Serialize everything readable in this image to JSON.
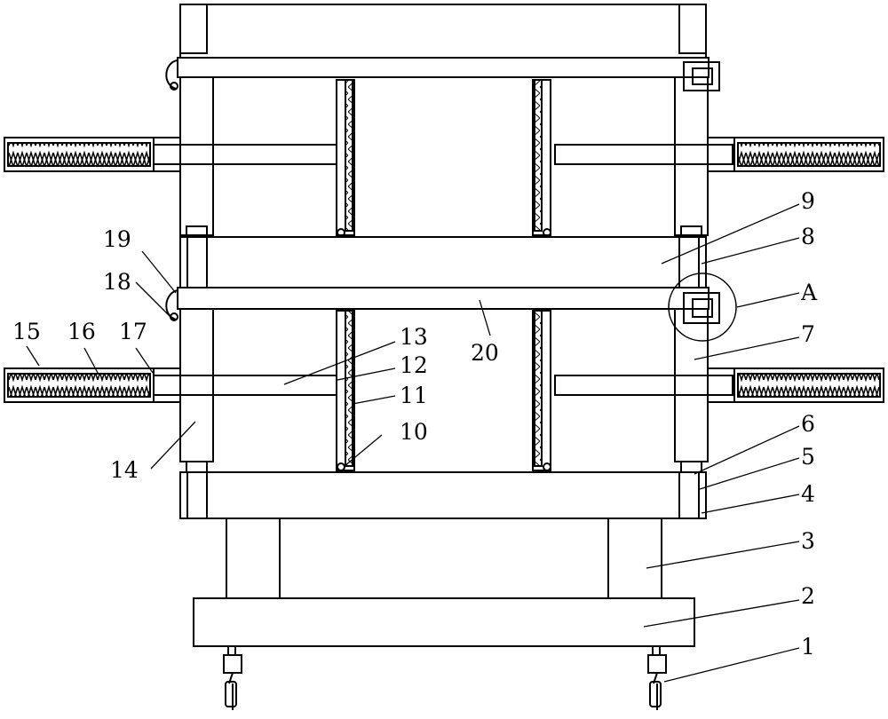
{
  "labels": {
    "l1": "1",
    "l2": "2",
    "l3": "3",
    "l4": "4",
    "l5": "5",
    "l6": "6",
    "l7": "7",
    "l8": "8",
    "l9": "9",
    "l10": "10",
    "l11": "11",
    "l12": "12",
    "l13": "13",
    "l14": "14",
    "l15": "15",
    "l16": "16",
    "l17": "17",
    "l18": "18",
    "l19": "19",
    "l20": "20",
    "lA": "A"
  },
  "colors": {
    "line": "#000000",
    "background": "#ffffff"
  }
}
